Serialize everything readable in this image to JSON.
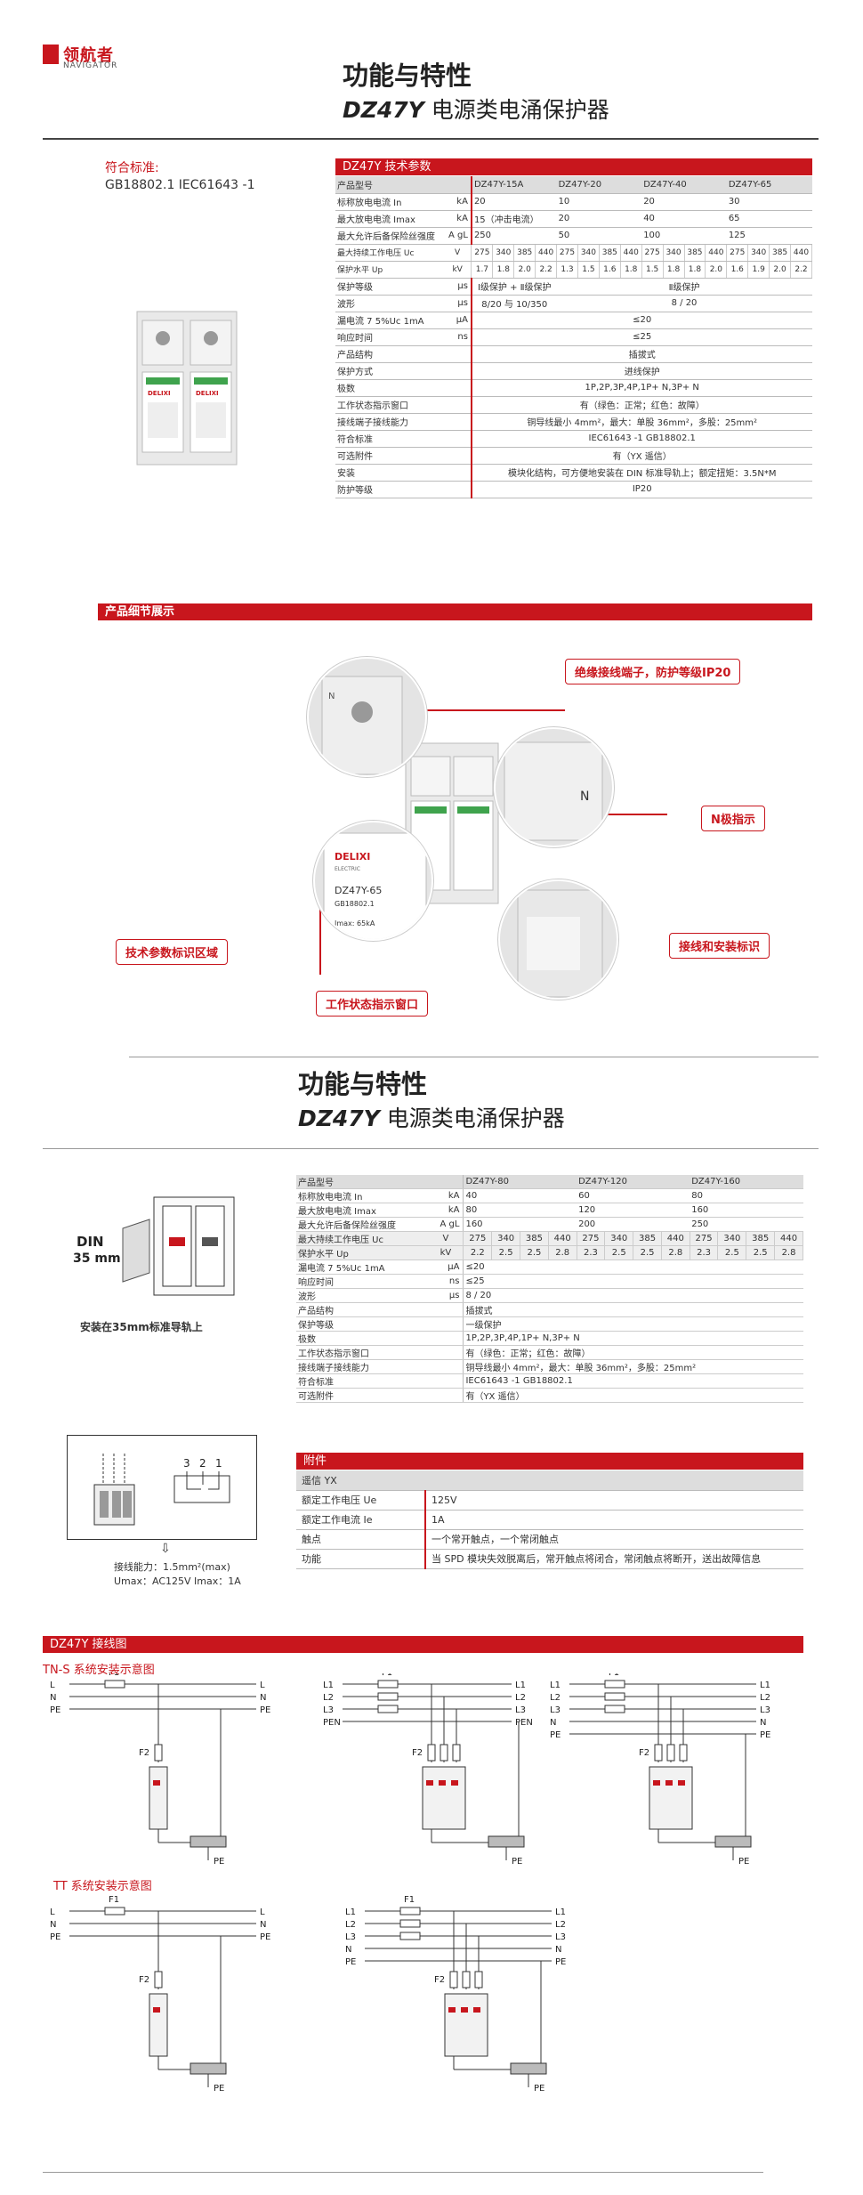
{
  "brand": {
    "name_cn": "领航者",
    "name_en": "NAVIGATOR"
  },
  "section1": {
    "title": "功能与特性",
    "model": "DZ47Y",
    "subtitle": "电源类电涌保护器"
  },
  "standards": {
    "label": "符合标准:",
    "value": "GB18802.1  IEC61643 -1"
  },
  "spec_table": {
    "caption": "DZ47Y 技术参数",
    "header": [
      "产品型号",
      "DZ47Y-15A",
      "DZ47Y-20",
      "DZ47Y-40",
      "DZ47Y-65"
    ],
    "rows_simple": [
      {
        "label": "标称放电电流 In",
        "unit": "kA",
        "values": [
          "20",
          "10",
          "20",
          "30"
        ]
      },
      {
        "label": "最大放电电流 Imax",
        "unit": "kA",
        "values": [
          "15（冲击电流）",
          "20",
          "40",
          "65"
        ]
      },
      {
        "label": "最大允许后备保险丝强度",
        "unit": "A gL",
        "values": [
          "250",
          "50",
          "100",
          "125"
        ]
      }
    ],
    "uc": {
      "label": "最大持续工作电压 Uc",
      "unit": "V",
      "values": [
        "275",
        "340",
        "385",
        "440",
        "275",
        "340",
        "385",
        "440",
        "275",
        "340",
        "385",
        "440",
        "275",
        "340",
        "385",
        "440"
      ]
    },
    "up": {
      "label": "保护水平 Up",
      "unit": "kV",
      "values": [
        "1.7",
        "1.8",
        "2.0",
        "2.2",
        "1.3",
        "1.5",
        "1.6",
        "1.8",
        "1.5",
        "1.8",
        "1.8",
        "2.0",
        "1.6",
        "1.9",
        "2.0",
        "2.2"
      ]
    },
    "level": {
      "label": "保护等级",
      "unit": "μs",
      "a": "Ⅰ级保护 + Ⅱ级保护",
      "b": "Ⅱ级保护"
    },
    "wave": {
      "label": "波形",
      "unit": "μs",
      "a": "8/20 与 10/350",
      "b": "8 / 20"
    },
    "rows_span": [
      {
        "label": "漏电流 7 5%Uc 1mA",
        "unit": "μA",
        "value": "≤20"
      },
      {
        "label": "响应时间",
        "unit": "ns",
        "value": "≤25"
      },
      {
        "label": "产品结构",
        "unit": "",
        "value": "插拔式"
      },
      {
        "label": "保护方式",
        "unit": "",
        "value": "进线保护"
      },
      {
        "label": "极数",
        "unit": "",
        "value": "1P,2P,3P,4P,1P+ N,3P+ N"
      },
      {
        "label": "工作状态指示窗口",
        "unit": "",
        "value": "有（绿色：正常；红色：故障）"
      },
      {
        "label": "接线端子接线能力",
        "unit": "",
        "value": "铜导线最小 4mm²，最大：单股 36mm²，多股：25mm²"
      },
      {
        "label": "符合标准",
        "unit": "",
        "value": "IEC61643 -1 GB18802.1"
      },
      {
        "label": "可选附件",
        "unit": "",
        "value": "有（YX 遥信）"
      },
      {
        "label": "安装",
        "unit": "",
        "value": "模块化结构，可方便地安装在 DIN 标准导轨上；额定扭矩：3.5N*M"
      },
      {
        "label": "防护等级",
        "unit": "",
        "value": "IP20"
      }
    ]
  },
  "detail": {
    "bar": "产品细节展示",
    "callouts": [
      "绝缘接线端子，防护等级IP20",
      "N极指示",
      "技术参数标识区域",
      "接线和安装标识",
      "工作状态指示窗口"
    ],
    "device": {
      "brand": "DELIXI",
      "model": "DZ47Y-65",
      "std": "GB18802.1",
      "imax": "Imax: 65kA",
      "electric": "ELECTRIC"
    }
  },
  "section2": {
    "title": "功能与特性",
    "model": "DZ47Y",
    "subtitle": "电源类电涌保护器"
  },
  "din": {
    "label1": "DIN",
    "label2": "35 mm",
    "caption": "安装在35mm标准导轨上"
  },
  "spec_table2": {
    "header": [
      "产品型号",
      "DZ47Y-80",
      "DZ47Y-120",
      "DZ47Y-160"
    ],
    "rows_simple": [
      {
        "label": "标称放电电流 In",
        "unit": "kA",
        "values": [
          "40",
          "60",
          "80"
        ]
      },
      {
        "label": "最大放电电流 Imax",
        "unit": "kA",
        "values": [
          "80",
          "120",
          "160"
        ]
      },
      {
        "label": "最大允许后备保险丝强度",
        "unit": "A gL",
        "values": [
          "160",
          "200",
          "250"
        ]
      }
    ],
    "uc": {
      "label": "最大持续工作电压 Uc",
      "unit": "V",
      "values": [
        "275",
        "340",
        "385",
        "440",
        "275",
        "340",
        "385",
        "440",
        "275",
        "340",
        "385",
        "440"
      ]
    },
    "up": {
      "label": "保护水平 Up",
      "unit": "kV",
      "values": [
        "2.2",
        "2.5",
        "2.5",
        "2.8",
        "2.3",
        "2.5",
        "2.5",
        "2.8",
        "2.3",
        "2.5",
        "2.5",
        "2.8"
      ]
    },
    "rows_span": [
      {
        "label": "漏电流 7 5%Uc 1mA",
        "unit": "μA",
        "value": "≤20"
      },
      {
        "label": "响应时间",
        "unit": "ns",
        "value": "≤25"
      },
      {
        "label": "波形",
        "unit": "μs",
        "value": "8 / 20"
      },
      {
        "label": "产品结构",
        "unit": "",
        "value": "插拔式"
      },
      {
        "label": "保护等级",
        "unit": "",
        "value": "一级保护"
      },
      {
        "label": "极数",
        "unit": "",
        "value": "1P,2P,3P,4P,1P+ N,3P+ N"
      },
      {
        "label": "工作状态指示窗口",
        "unit": "",
        "value": "有（绿色：正常；红色：故障）"
      },
      {
        "label": "接线端子接线能力",
        "unit": "",
        "value": "铜导线最小 4mm²，最大：单股 36mm²，多股：25mm²"
      },
      {
        "label": "符合标准",
        "unit": "",
        "value": "IEC61643 -1 GB18802.1"
      },
      {
        "label": "可选附件",
        "unit": "",
        "value": "有（YX 遥信）"
      }
    ]
  },
  "wiring": {
    "caption1": "接线能力：1.5mm²(max)",
    "caption2": "Umax：AC125V    Imax：1A",
    "nums": [
      "3",
      "2",
      "1"
    ]
  },
  "accessory": {
    "caption": "附件",
    "name": "遥信 YX",
    "rows": [
      {
        "label": "额定工作电压 Ue",
        "value": "125V"
      },
      {
        "label": "额定工作电流 Ie",
        "value": "1A"
      },
      {
        "label": "触点",
        "value": "一个常开触点，一个常闭触点"
      },
      {
        "label": "功能",
        "value": "当 SPD 模块失效脱离后，常开触点将闭合，常闭触点将断开，送出故障信息"
      }
    ]
  },
  "diagrams": {
    "bar": "DZ47Y 接线图",
    "tns_title": "TN-S 系统安装示意图",
    "tt_title": "TT 系统安装示意图",
    "f1": "F1",
    "f2": "F2",
    "pe": "PE",
    "pen": "PEN",
    "lines_a": [
      "L",
      "N",
      "PE"
    ],
    "lines_b": [
      "L1",
      "L2",
      "L3",
      "PEN"
    ],
    "lines_c": [
      "L1",
      "L2",
      "L3",
      "N",
      "PE"
    ],
    "lines_d": [
      "L1",
      "L2",
      "L3",
      "N",
      "PE"
    ]
  }
}
